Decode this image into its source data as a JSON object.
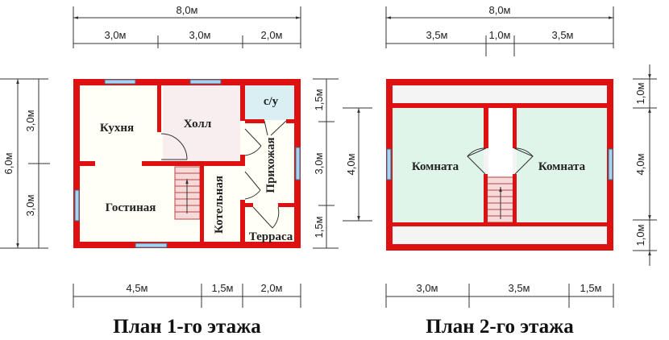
{
  "plan1": {
    "title": "План 1-го этажа",
    "dims_top_total": "8,0м",
    "dims_top": [
      "3,0м",
      "3,0м",
      "2,0м"
    ],
    "dims_left_total": "6,0м",
    "dims_left": [
      "3,0м",
      "3,0м"
    ],
    "dims_right": [
      "1,5м",
      "3,0м",
      "1,5м"
    ],
    "dims_bottom": [
      "4,5м",
      "1,5м",
      "2,0м"
    ],
    "rooms": {
      "kitchen": "Кухня",
      "hall": "Холл",
      "bath": "с/у",
      "living": "Гостиная",
      "boiler": "Котельная",
      "entry": "Прихожая",
      "terrace": "Терраса"
    }
  },
  "plan2": {
    "title": "План 2-го этажа",
    "dims_top_total": "8,0м",
    "dims_top": [
      "3,5м",
      "1,0м",
      "3,5м"
    ],
    "dims_left": "4,0м",
    "dims_right": [
      "1,0м",
      "4,0м",
      "1,0м"
    ],
    "dims_bottom": [
      "3,0м",
      "3,5м",
      "1,5м"
    ],
    "rooms": {
      "room_left": "Комната",
      "room_right": "Комната"
    }
  },
  "colors": {
    "wall": "#dd1111",
    "window": "#a9d3ee",
    "room2": "#dff5ea",
    "hall": "#f8eef0",
    "bath": "#d9eff3"
  }
}
